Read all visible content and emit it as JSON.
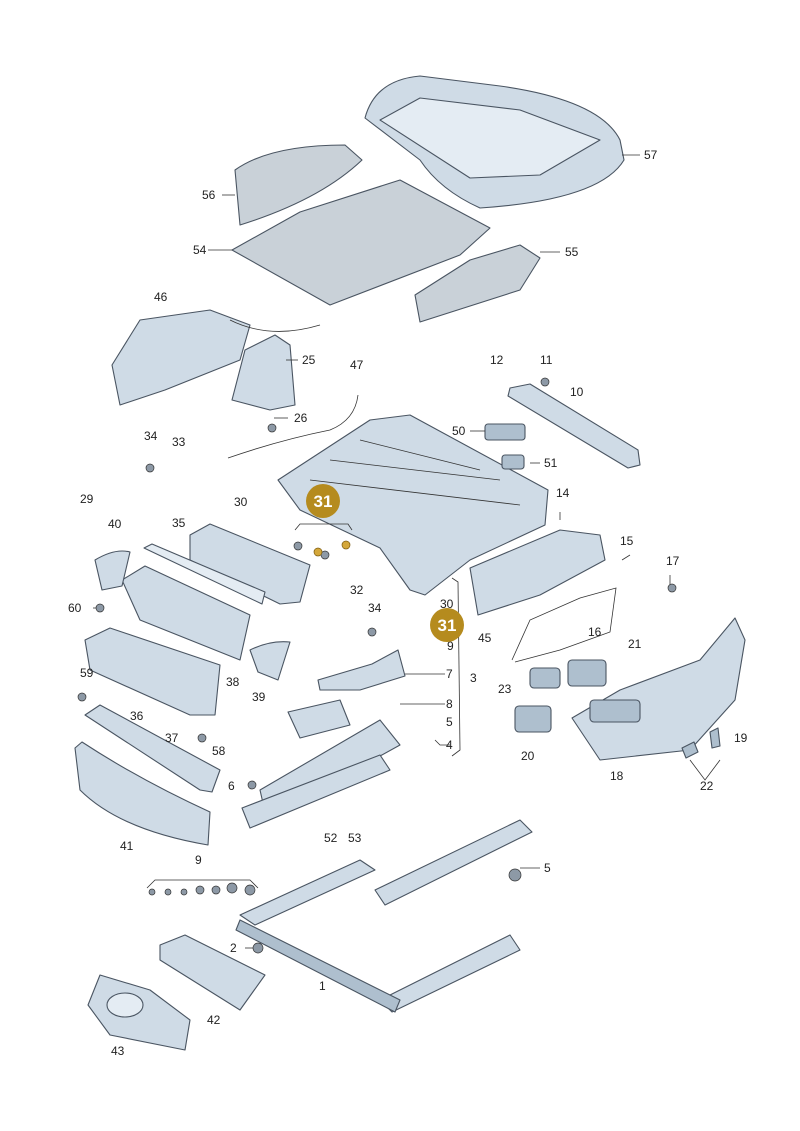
{
  "labels": [
    "1",
    "2",
    "3",
    "4",
    "5",
    "5",
    "6",
    "7",
    "8",
    "9",
    "9",
    "10",
    "11",
    "12",
    "14",
    "15",
    "16",
    "17",
    "18",
    "19",
    "20",
    "21",
    "22",
    "23",
    "25",
    "26",
    "29",
    "30",
    "30",
    "32",
    "33",
    "34",
    "34",
    "35",
    "36",
    "37",
    "38",
    "39",
    "40",
    "41",
    "42",
    "43",
    "45",
    "46",
    "47",
    "50",
    "51",
    "52",
    "53",
    "54",
    "55",
    "56",
    "57",
    "58",
    "59",
    "60"
  ],
  "highlight": [
    "31",
    "31"
  ],
  "colors": {
    "part": "#cfdbe6",
    "stroke": "#4a5562",
    "highlight": "#b58b1e"
  }
}
